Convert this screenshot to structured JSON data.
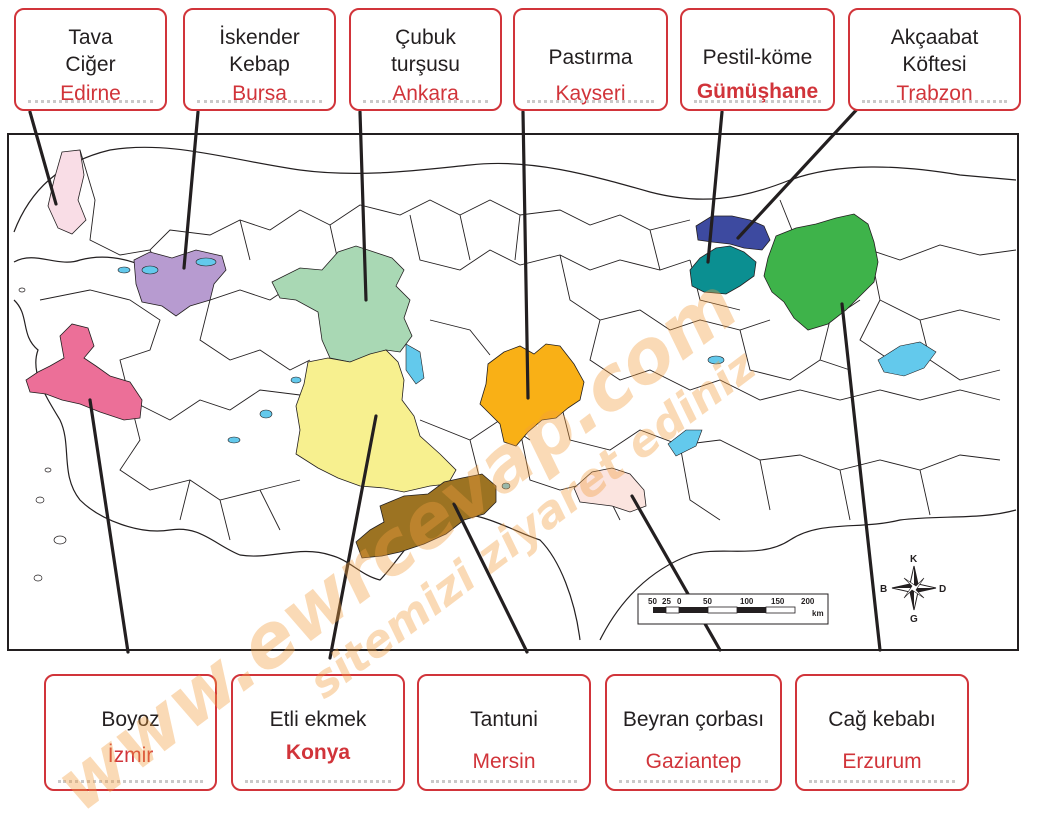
{
  "top_labels": [
    {
      "dish": "Tava\nCiğer",
      "city": "Edirne",
      "bold": false
    },
    {
      "dish": "İskender\nKebap",
      "city": "Bursa",
      "bold": false
    },
    {
      "dish": "Çubuk\nturşusu",
      "city": "Ankara",
      "bold": false
    },
    {
      "dish": "Pastırma",
      "city": "Kayseri",
      "bold": false
    },
    {
      "dish": "Pestil-köme",
      "city": "Gümüşhane",
      "bold": true
    },
    {
      "dish": "Akçaabat\nKöftesi",
      "city": "Trabzon",
      "bold": false
    }
  ],
  "bottom_labels": [
    {
      "dish": "Boyoz",
      "city": "İzmir",
      "bold": false
    },
    {
      "dish": "Etli ekmek",
      "city": "Konya",
      "bold": true
    },
    {
      "dish": "Tantuni",
      "city": "Mersin",
      "bold": false
    },
    {
      "dish": "Beyran çorbası",
      "city": "Gaziantep",
      "bold": false
    },
    {
      "dish": "Cağ kebabı",
      "city": "Erzurum",
      "bold": false
    }
  ],
  "regions": [
    {
      "name": "Edirne",
      "color": "#f9dde6"
    },
    {
      "name": "Bursa",
      "color": "#b79bd0"
    },
    {
      "name": "Ankara",
      "color": "#a9d8b4"
    },
    {
      "name": "Konya",
      "color": "#f7f08f"
    },
    {
      "name": "Kayseri",
      "color": "#f9b016"
    },
    {
      "name": "Mersin",
      "color": "#9c7322"
    },
    {
      "name": "Gaziantep",
      "color": "#fbe4df"
    },
    {
      "name": "İzmir",
      "color": "#ec6f98"
    },
    {
      "name": "Gümüşhane",
      "color": "#0b8f91"
    },
    {
      "name": "Trabzon",
      "color": "#3d4aa0"
    },
    {
      "name": "Erzurum",
      "color": "#3eb34a"
    }
  ],
  "lake_color": "#63c9ec",
  "compass": {
    "n": "K",
    "s": "G",
    "e": "D",
    "w": "B"
  },
  "scale": {
    "ticks": [
      "50",
      "25",
      "0",
      "50",
      "100",
      "150",
      "200"
    ],
    "unit": "km"
  },
  "watermarks": [
    "www.ewrcevap.com",
    "sitemizi ziyaret ediniz"
  ]
}
